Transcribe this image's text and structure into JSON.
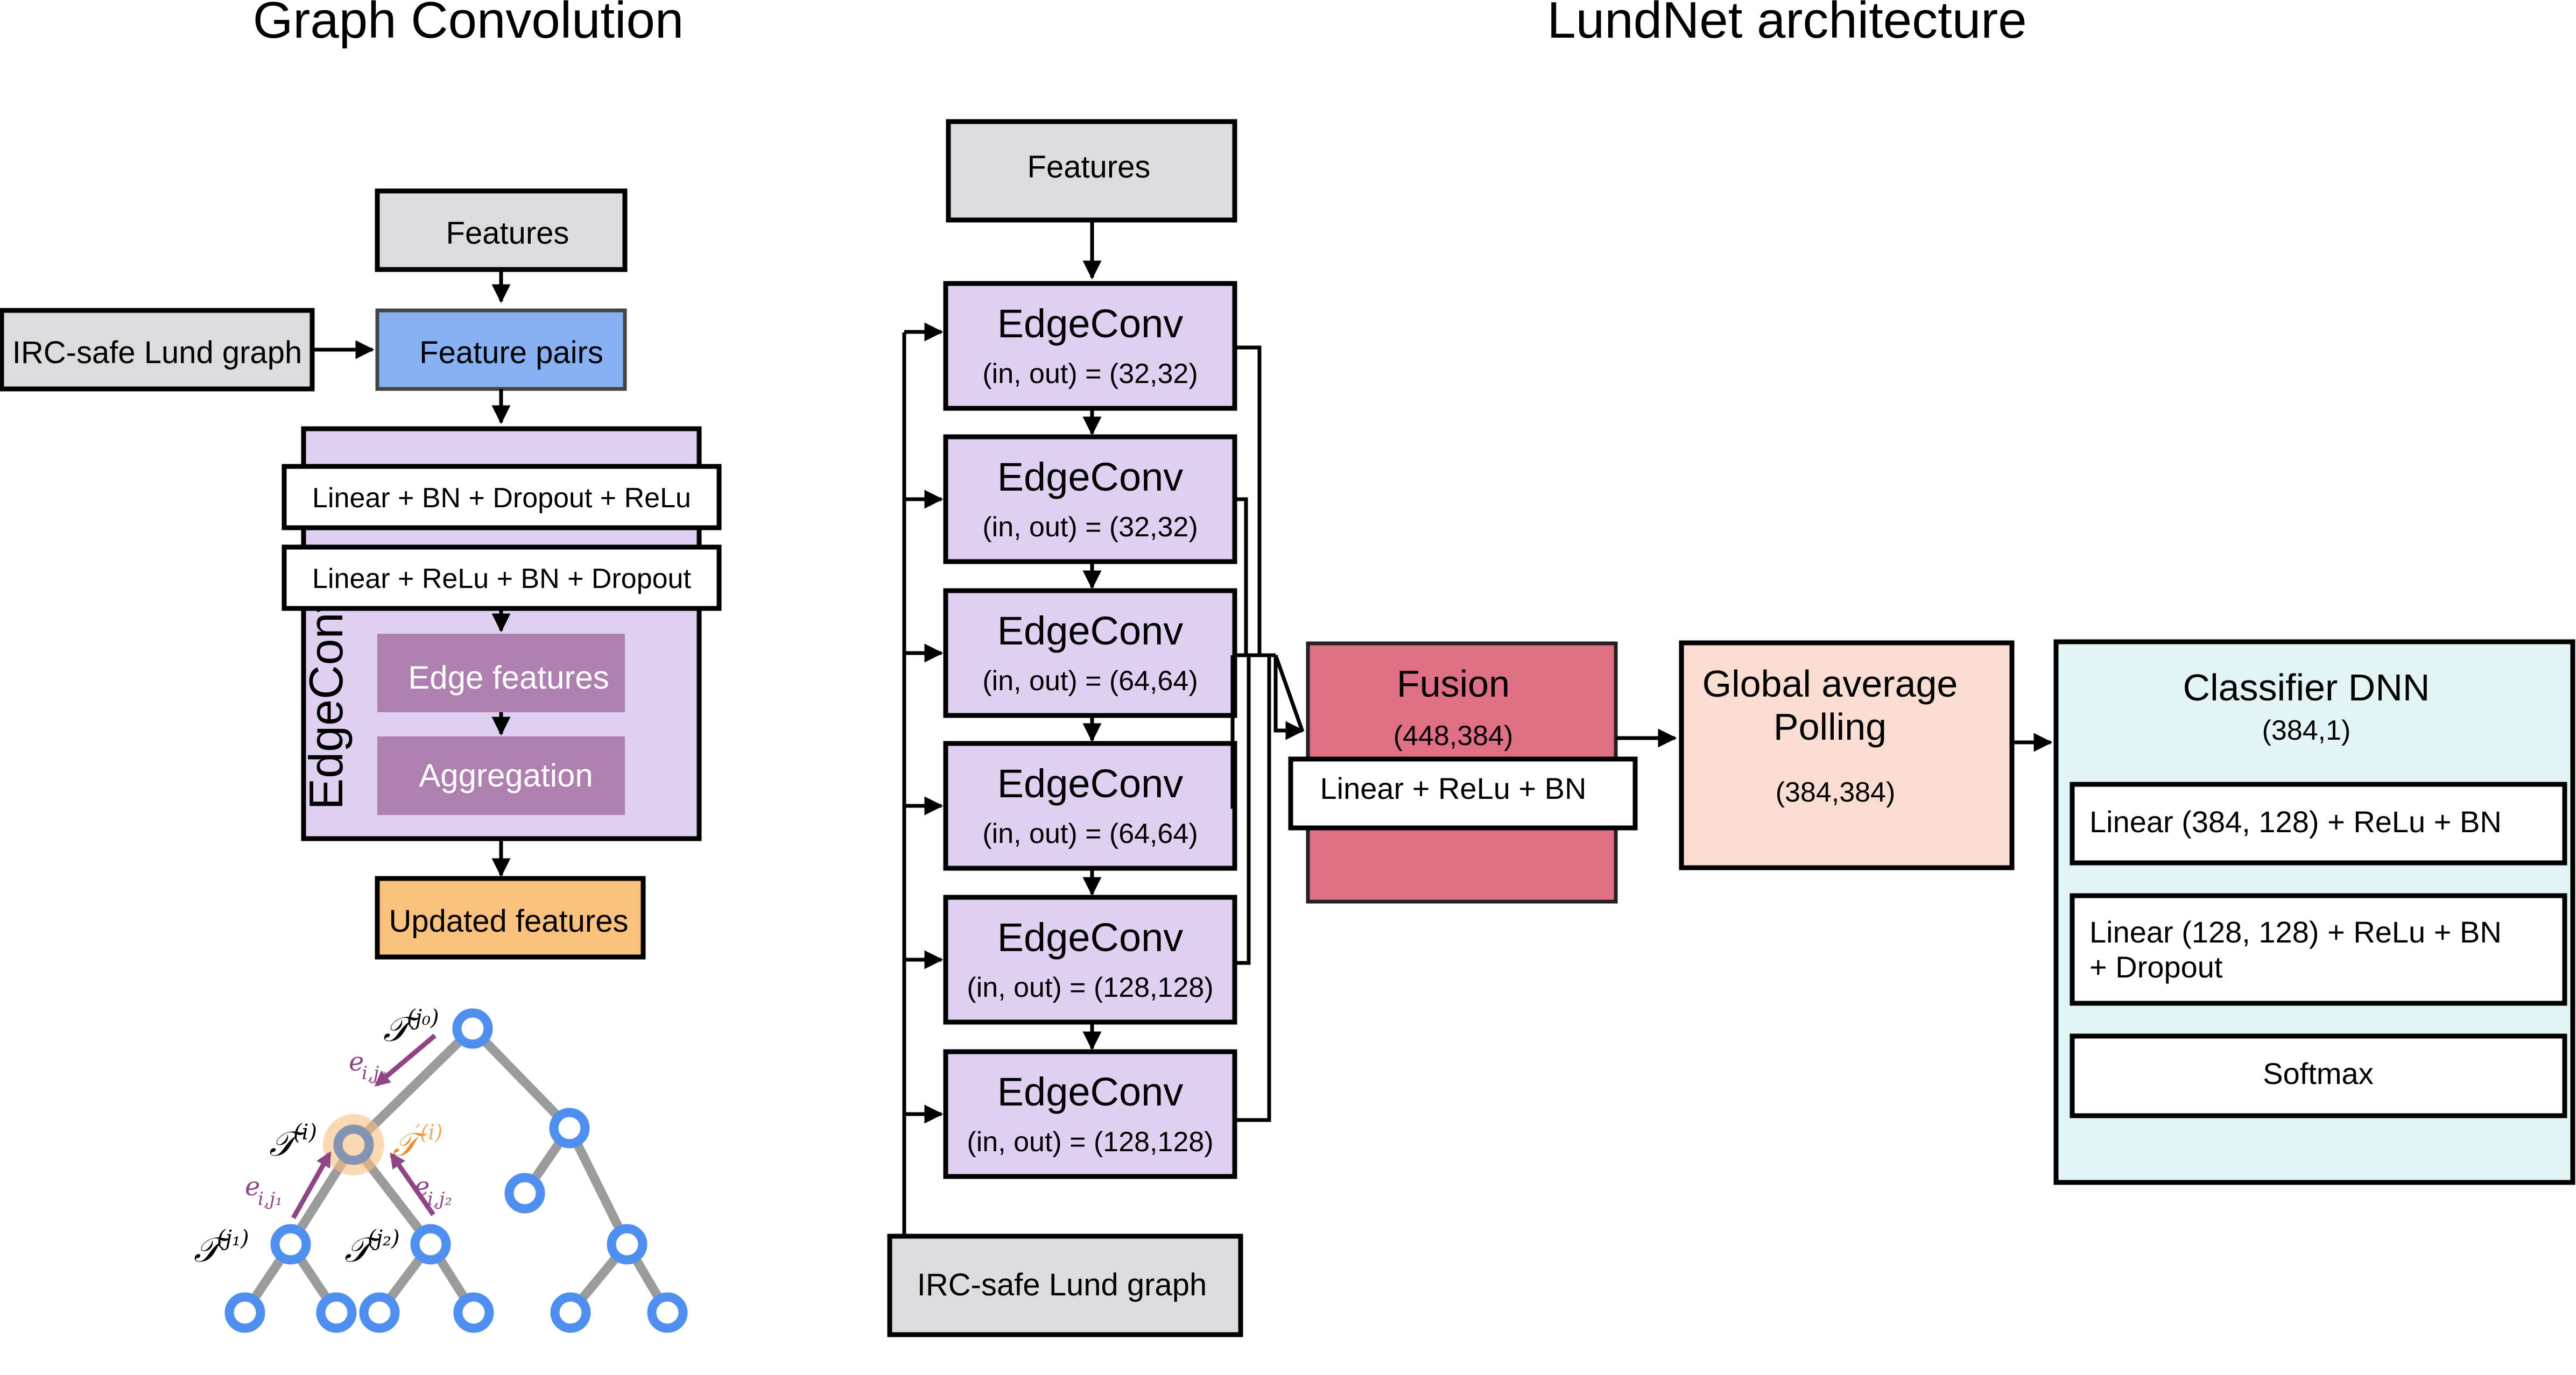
{
  "titles": {
    "left": "Graph Convolution",
    "right": "LundNet architecture"
  },
  "colors": {
    "gray_box": "#dcdcdf",
    "feature_pairs": "#86b2f4",
    "edgeconv_bg": "#dfd0f2",
    "edge_sub_box": "#ae7faf",
    "updated_features": "#f9c07e",
    "fusion": "#e06f86",
    "pooling": "#f9ddd1",
    "classifier": "#e3f4f4",
    "tree_node": "#4f8fef",
    "tree_edge": "#9b9b9b",
    "edge_arrow": "#8f4585",
    "highlight": "#f9c07e",
    "highlight_label": "#f08a2e"
  },
  "graph_convolution": {
    "features": "Features",
    "lund_graph": "IRC-safe Lund graph",
    "feature_pairs": "Feature pairs",
    "edgeconv_label": "EdgeConv",
    "mlp_layers": [
      "Linear + BN + Dropout + ReLu",
      "Linear + ReLu + BN + Dropout"
    ],
    "edge_features": "Edge features",
    "aggregation": "Aggregation",
    "updated_features": "Updated features",
    "tree": {
      "labels": {
        "j0": {
          "base": "𝒯",
          "sup": "(j₀)"
        },
        "i": {
          "base": "𝒯",
          "sup": "(i)"
        },
        "i_prime": {
          "base": "𝒯",
          "sup": "′(i)"
        },
        "j1": {
          "base": "𝒯",
          "sup": "(j₁)"
        },
        "j2": {
          "base": "𝒯",
          "sup": "(j₂)"
        }
      },
      "edge_labels": {
        "e_i_j0": {
          "base": "e",
          "sub": "i,j₀"
        },
        "e_i_j1": {
          "base": "e",
          "sub": "i,j₁"
        },
        "e_i_j2": {
          "base": "e",
          "sub": "i,j₂"
        }
      }
    }
  },
  "lundnet": {
    "features": "Features",
    "lund_graph": "IRC-safe Lund graph",
    "edgeconv_blocks": [
      {
        "title": "EdgeConv",
        "dims": "(in, out) = (32,32)"
      },
      {
        "title": "EdgeConv",
        "dims": "(in, out) = (32,32)"
      },
      {
        "title": "EdgeConv",
        "dims": "(in, out) = (64,64)"
      },
      {
        "title": "EdgeConv",
        "dims": "(in, out) = (64,64)"
      },
      {
        "title": "EdgeConv",
        "dims": "(in, out) = (128,128)"
      },
      {
        "title": "EdgeConv",
        "dims": "(in, out) = (128,128)"
      }
    ],
    "fusion": {
      "title": "Fusion",
      "dims": "(448,384)",
      "layer": "Linear + ReLu + BN"
    },
    "pooling": {
      "title_line1": "Global average",
      "title_line2": "Polling",
      "dims": "(384,384)"
    },
    "classifier": {
      "title": "Classifier DNN",
      "dims": "(384,1)",
      "layers": [
        {
          "line1": "Linear (384, 128) + ReLu + BN",
          "line2": ""
        },
        {
          "line1": "Linear (128, 128) + ReLu + BN",
          "line2": "+ Dropout"
        },
        {
          "line1": "Softmax",
          "line2": ""
        }
      ]
    }
  }
}
